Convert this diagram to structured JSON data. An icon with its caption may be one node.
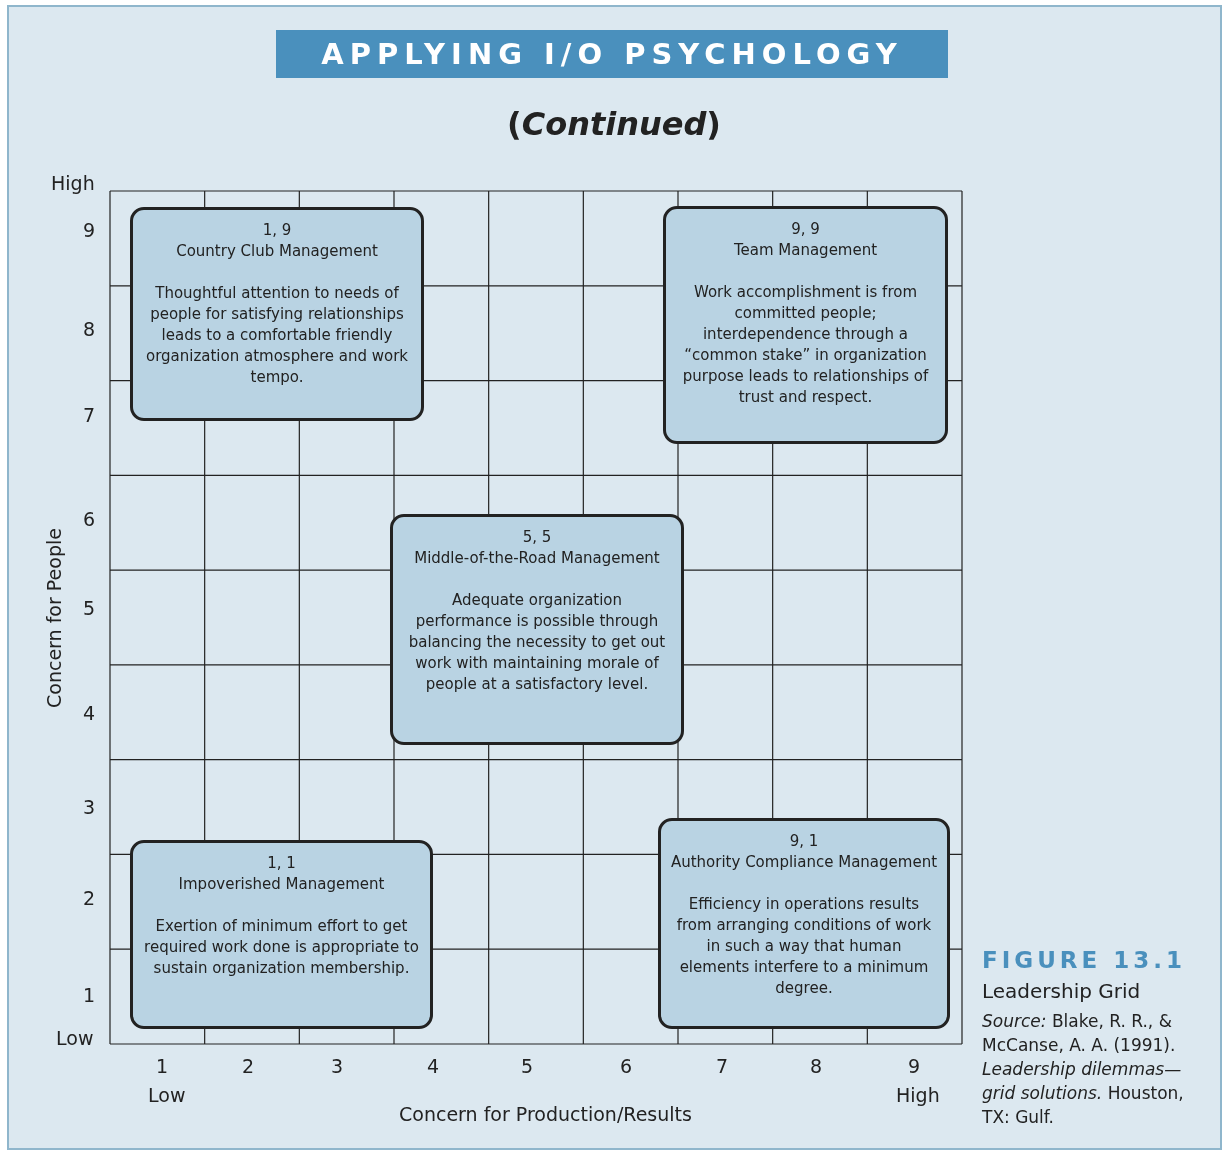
{
  "diagram": {
    "title": "APPLYING I/O PSYCHOLOGY",
    "nodes": [
      {
        "text": [
          "1, 9",
          "Country Club Management",
          "Thoughtful attention to needs of people for satisfying relationships leads to a comfortable friendly organization atmosphere and work tempo."
        ]
      },
      {
        "text": [
          "9, 9",
          "Team Management",
          "Work accomplishment is from committed people; interdependence through a “common stake” in organization purpose leads to relationships of trust and respect."
        ]
      },
      {
        "text": [
          "5, 5",
          "Middle-of-the-Road Management",
          "Adequate organization performance is possible through balancing the necessity to get out work with maintaining morale of people at a satisfactory level."
        ]
      },
      {
        "text": [
          "1, 1",
          "Impoverished Management",
          "Exertion of minimum effort to get required work done is appropriate to sustain organization membership."
        ]
      },
      {
        "text": [
          "9, 1",
          "Authority Compliance Management",
          "Efficiency in operations results from arranging conditions of work in such a way that human elements interfere to a minimum degree."
        ]
      }
    ],
    "labels": [
      "(*Continued*)",
      "High",
      "9",
      "8",
      "7",
      "6",
      "5",
      "4",
      "3",
      "2",
      "1",
      "Low",
      "Concern for People",
      "1",
      "2",
      "3",
      "4",
      "5",
      "6",
      "7",
      "8",
      "9",
      "Low",
      "High",
      "Concern for Production/Results",
      "FIGURE 13.1",
      "Leadership Grid",
      "*Source:* Blake, R. R., & McCanse, A. A. (1991). *Leadership dilemmas—grid solutions.* Houston, TX: Gulf."
    ]
  }
}
